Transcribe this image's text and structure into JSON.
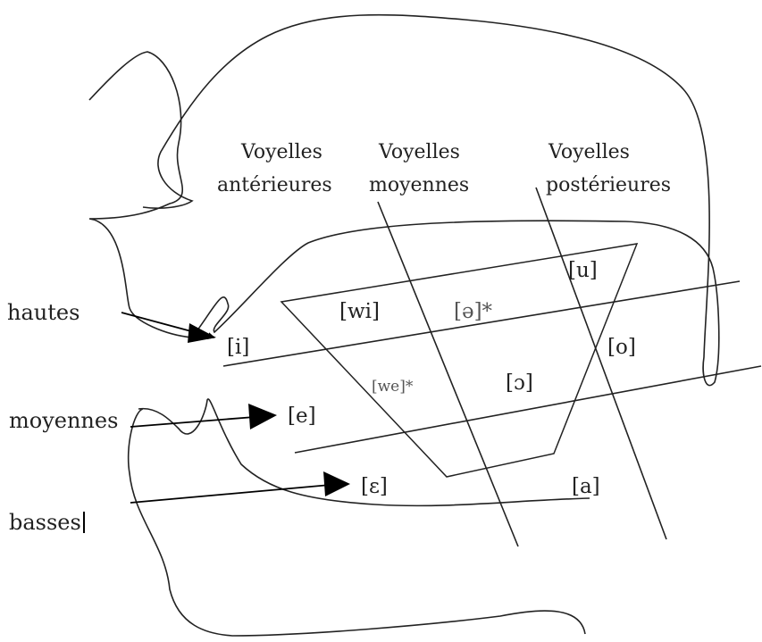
{
  "headers": {
    "anterieures": [
      "Voyelles",
      "antérieures"
    ],
    "moyennes": [
      "Voyelles",
      "moyennes"
    ],
    "posterieures": [
      "Voyelles",
      "postérieures"
    ]
  },
  "side_labels": {
    "hautes": "hautes",
    "moyennes": "moyennes",
    "basses": "basses"
  },
  "vowels": {
    "u": "[u]",
    "wi": "[wi]",
    "schwa": "[ə]*",
    "i": "[i]",
    "o": "[o]",
    "we": "[we]*",
    "open_o": "[ɔ]",
    "e": "[e]",
    "epsilon": "[ɛ]",
    "a": "[a]"
  }
}
